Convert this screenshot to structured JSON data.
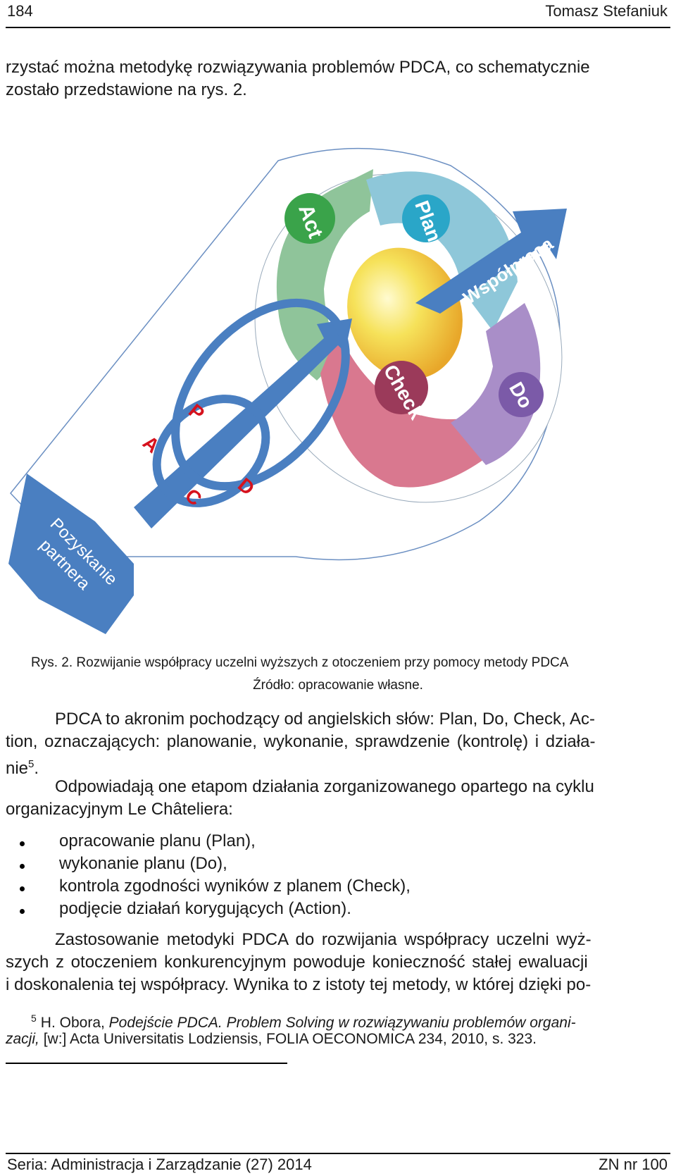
{
  "header": {
    "page_number": "184",
    "author": "Tomasz Stefaniuk"
  },
  "intro": {
    "line1": "rzystać można metodykę rozwiązywania problemów PDCA, co schematycznie",
    "line2": "zostało przedstawione na rys. 2."
  },
  "figure": {
    "labels": {
      "act": "Act",
      "plan": "Plan",
      "check": "Check",
      "do": "Do",
      "cooperation": "Współpraca",
      "partner_line1": "Pozyskanie",
      "partner_line2": "partnera",
      "p": "P",
      "a": "A",
      "d": "D",
      "c": "C"
    },
    "colors": {
      "act": "#8fc49a",
      "plan": "#8ec7d9",
      "check": "#d9788f",
      "do": "#a98ec8",
      "arrow_blue": "#4a7fc1",
      "red_letters": "#d6121d",
      "sphere": "#f3d64a"
    },
    "caption": "Rys. 2. Rozwijanie współpracy uczelni wyższych z otoczeniem przy pomocy metody PDCA",
    "source": "Źródło: opracowanie własne."
  },
  "para1": {
    "line1": "PDCA to akronim pochodzący od angielskich słów: Plan, Do, Check, Ac-",
    "line2": "tion, oznaczających: planowanie, wykonanie, sprawdzenie (kontrolę) i działa-",
    "line3": "nie",
    "footnote_ref": "5",
    "line3_end": "."
  },
  "para2": {
    "line1": "Odpowiadają one etapom działania zorganizowanego opartego na cyklu",
    "line2": "organizacyjnym Le Châteliera:"
  },
  "bullets": [
    "opracowanie planu (Plan),",
    "wykonanie planu (Do),",
    "kontrola zgodności wyników z planem (Check),",
    "podjęcie działań korygujących (Action)."
  ],
  "para3": {
    "line1": "Zastosowanie metodyki PDCA do rozwijania współpracy uczelni wyż-",
    "line2": "szych z otoczeniem konkurencyjnym powoduje konieczność stałej ewaluacji",
    "line3": "i doskonalenia tej współpracy. Wynika to z istoty tej metody, w której dzięki po-"
  },
  "footnote": {
    "number": "5",
    "author": "H. Obora, ",
    "title": "Podejście PDCA. Problem Solving w rozwiązywaniu problemów organi-",
    "title2": "zacji,",
    "rest": " [w:] Acta Universitatis Lodziensis, FOLIA OECONOMICA 234, 2010, s. 323."
  },
  "footer": {
    "series": "Seria: Administracja i Zarządzanie (27) 2014",
    "issue": "ZN nr 100"
  }
}
